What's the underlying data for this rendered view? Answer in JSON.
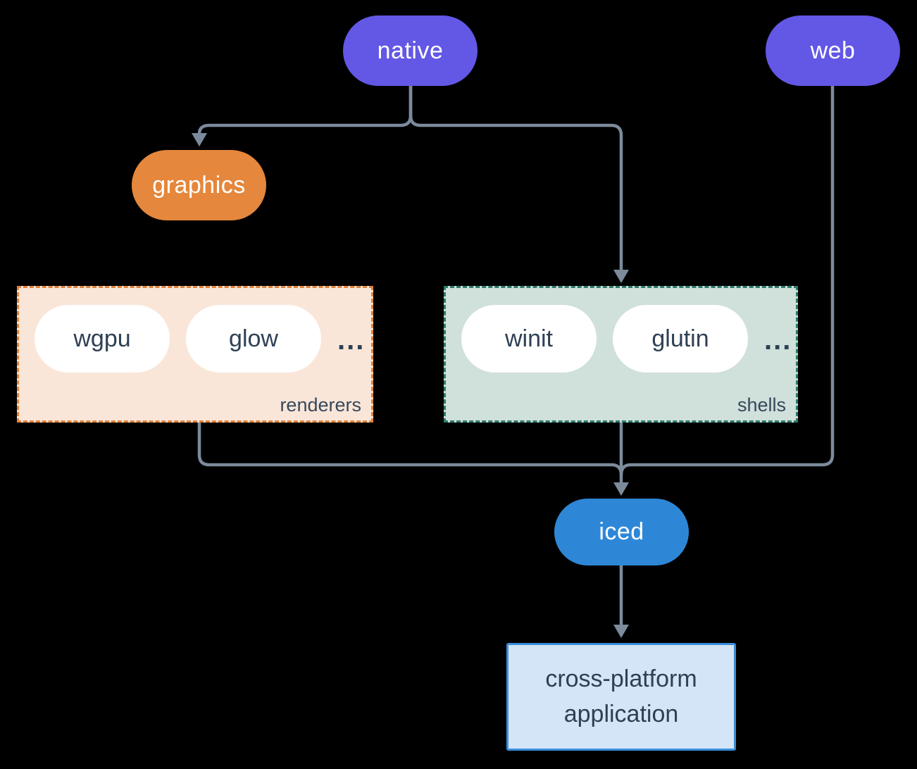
{
  "diagram": {
    "background_color": "#000000",
    "connector_color": "#7C8B9C",
    "nodes": {
      "native": {
        "label": "native",
        "color": "#6357E6",
        "text_color": "#FFFFFF"
      },
      "web": {
        "label": "web",
        "color": "#6357E6",
        "text_color": "#FFFFFF"
      },
      "graphics": {
        "label": "graphics",
        "color": "#E5873C",
        "text_color": "#FFFFFF"
      },
      "iced": {
        "label": "iced",
        "color": "#2E87D6",
        "text_color": "#FFFFFF"
      },
      "application": {
        "label_line1": "cross-platform",
        "label_line2": "application",
        "fill": "#D3E5F6",
        "border_color": "#3A8EDC",
        "text_color": "#2E4053"
      }
    },
    "groups": {
      "renderers": {
        "label": "renderers",
        "fill": "#FAE6D8",
        "border_color": "#E0823B",
        "items": [
          "wgpu",
          "glow"
        ],
        "ellipsis": "..."
      },
      "shells": {
        "label": "shells",
        "fill": "#D0E0DA",
        "border_color": "#2D7A6B",
        "items": [
          "winit",
          "glutin"
        ],
        "ellipsis": "..."
      }
    },
    "edges": [
      "native -> graphics",
      "native -> shells",
      "renderers -> iced",
      "shells -> iced",
      "web -> iced",
      "iced -> application"
    ]
  }
}
